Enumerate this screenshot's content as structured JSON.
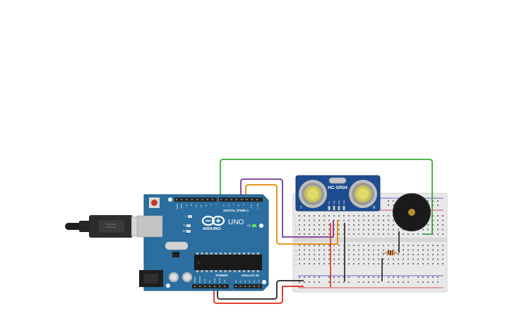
{
  "canvas": {
    "background": "#ffffff"
  },
  "arduino": {
    "brand": "ARDUINO",
    "model": "UNO",
    "on_led_label": "ON",
    "digital_header_label": "DIGITAL (PWM~)",
    "power_header_label": "POWER",
    "analog_header_label": "ANALOG IN",
    "tx_label": "TX",
    "rx_label": "RX",
    "l_label": "L",
    "aref_label": "AREF",
    "gnd_label": "GND",
    "digital_pins": [
      "13",
      "12",
      "~11",
      "~10",
      "~9",
      "8",
      "7",
      "~6",
      "~5",
      "4",
      "~3",
      "2",
      "TX 1",
      "RX 0"
    ],
    "power_pins": [
      "IOREF",
      "RESET",
      "3.3V",
      "5V",
      "GND",
      "GND",
      "Vin"
    ],
    "analog_pins": [
      "A0",
      "A1",
      "A2",
      "A3",
      "A4",
      "A5"
    ],
    "board_color": "#2b6e9f"
  },
  "sensor": {
    "model": "HC-SR04",
    "pin_labels": [
      "Vcc",
      "Trig",
      "Echo",
      "Gnd"
    ],
    "left_marker": "T",
    "right_marker": "R",
    "board_color": "#1f4c8f"
  },
  "breadboard": {
    "row_letters_top": [
      "j",
      "i",
      "h",
      "g",
      "f"
    ],
    "row_letters_bottom": [
      "e",
      "d",
      "c",
      "b",
      "a"
    ],
    "color": "#e9e9e9"
  },
  "buzzer": {
    "label": ""
  },
  "resistor": {
    "label": ""
  },
  "wires": {
    "green": "#3aaa35",
    "purple": "#7a3a96",
    "orange": "#e08a00",
    "red": "#e0261b",
    "black": "#222222"
  }
}
